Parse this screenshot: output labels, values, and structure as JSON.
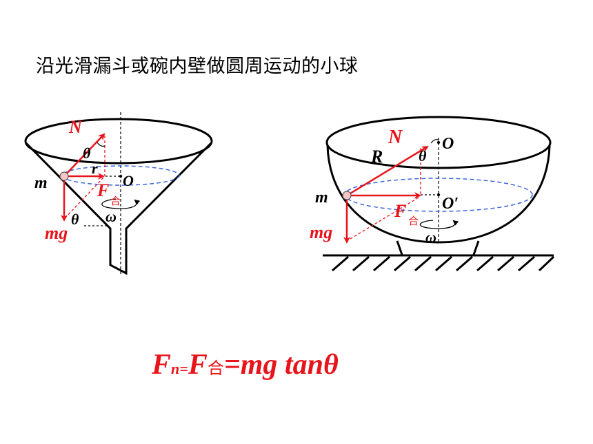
{
  "title": "沿光滑漏斗或碗内壁做圆周运动的小球",
  "funnel": {
    "label_N": "N",
    "label_theta_top": "θ",
    "label_r": "r",
    "label_O": "O",
    "label_m": "m",
    "label_F": "F",
    "label_F_sub": "合",
    "label_theta_bottom": "θ",
    "label_omega": "ω",
    "label_mg": "mg"
  },
  "bowl": {
    "label_N": "N",
    "label_O": "O",
    "label_R": "R",
    "label_theta": "θ",
    "label_m": "m",
    "label_F": "F",
    "label_F_sub": "合",
    "label_O_prime": "O′",
    "label_omega": "ω",
    "label_mg": "mg"
  },
  "formula": {
    "F": "F",
    "n": "n",
    "eq_small": "=",
    "F2": "F",
    "he": "合",
    "eq": "=",
    "rhs": "mg tanθ"
  },
  "colors": {
    "accent": "#e8141b",
    "circle": "#3a66e0"
  }
}
